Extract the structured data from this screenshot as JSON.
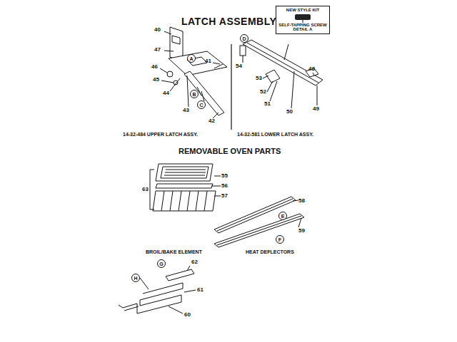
{
  "diagram": {
    "title": "LATCH ASSEMBLYS",
    "nodes": [
      {
        "text": [
          "NEW STYLE KIT",
          "SELF-TAPPING SCREW",
          "DETAIL A"
        ]
      },
      {
        "text": [
          "A"
        ]
      },
      {
        "text": [
          "B"
        ]
      },
      {
        "text": [
          "C"
        ]
      },
      {
        "text": [
          "D"
        ]
      },
      {
        "text": [
          "E"
        ]
      },
      {
        "text": [
          "F"
        ]
      },
      {
        "text": [
          "G"
        ]
      },
      {
        "text": [
          "H"
        ]
      }
    ],
    "labels": [
      "REMOVABLE OVEN PARTS",
      "40",
      "47",
      "46",
      "45",
      "44",
      "43",
      "42",
      "41",
      "14-32-484 UPPER LATCH ASSY.",
      "54",
      "53",
      "52",
      "51",
      "50",
      "49",
      "48",
      "14-32-581 LOWER LATCH ASSY.",
      "55",
      "56",
      "57",
      "63",
      "58",
      "59",
      "BROIL/BAKE ELEMENT",
      "HEAT DEFLECTORS",
      "62",
      "61",
      "60"
    ]
  }
}
